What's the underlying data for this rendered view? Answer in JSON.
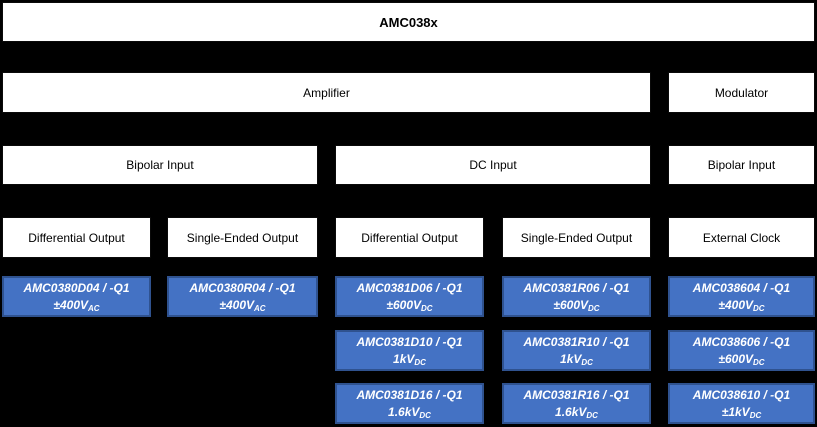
{
  "title": "AMC038x",
  "colors": {
    "background": "#000000",
    "category_box": "#FFFFFF",
    "part_box_fill": "#4472C4",
    "part_box_border": "#2F528F",
    "part_text": "#FFFFFF"
  },
  "level2": {
    "amplifier": "Amplifier",
    "modulator": "Modulator"
  },
  "level3": {
    "bipolar_left": "Bipolar Input",
    "dc_input": "DC Input",
    "bipolar_right": "Bipolar Input"
  },
  "level4": {
    "col1": "Differential Output",
    "col2": "Single-Ended Output",
    "col3": "Differential Output",
    "col4": "Single-Ended Output",
    "col5": "External Clock"
  },
  "parts": {
    "col1": [
      {
        "name": "AMC0380D04 / -Q1",
        "rating": "±400V",
        "subscript": "AC"
      }
    ],
    "col2": [
      {
        "name": "AMC0380R04 / -Q1",
        "rating": "±400V",
        "subscript": "AC"
      }
    ],
    "col3": [
      {
        "name": "AMC0381D06 / -Q1",
        "rating": "±600V",
        "subscript": "DC"
      },
      {
        "name": "AMC0381D10 / -Q1",
        "rating": "1kV",
        "subscript": "DC"
      },
      {
        "name": "AMC0381D16 / -Q1",
        "rating": "1.6kV",
        "subscript": "DC"
      }
    ],
    "col4": [
      {
        "name": "AMC0381R06 / -Q1",
        "rating": "±600V",
        "subscript": "DC"
      },
      {
        "name": "AMC0381R10 / -Q1",
        "rating": "1kV",
        "subscript": "DC"
      },
      {
        "name": "AMC0381R16 / -Q1",
        "rating": "1.6kV",
        "subscript": "DC"
      }
    ],
    "col5": [
      {
        "name": "AMC038604 / -Q1",
        "rating": "±400V",
        "subscript": "DC"
      },
      {
        "name": "AMC038606 / -Q1",
        "rating": "±600V",
        "subscript": "DC"
      },
      {
        "name": "AMC038610 / -Q1",
        "rating": "±1kV",
        "subscript": "DC"
      }
    ]
  }
}
